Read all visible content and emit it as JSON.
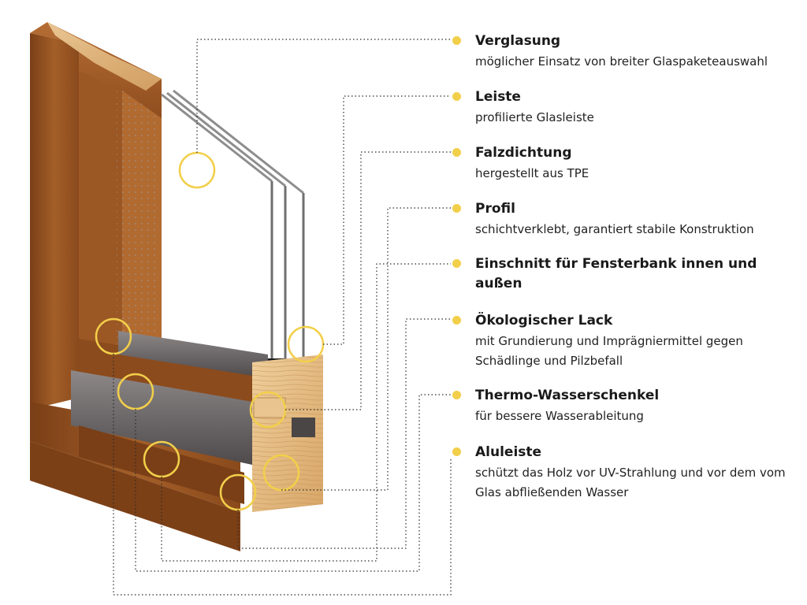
{
  "accent_color": "#f2cf4a",
  "items": [
    {
      "title": "Verglasung",
      "desc": "möglicher Einsatz von breiter Glaspaketeauswahl"
    },
    {
      "title": "Leiste",
      "desc": "profilierte Glasleiste"
    },
    {
      "title": "Falzdichtung",
      "desc": "hergestellt aus TPE"
    },
    {
      "title": "Profil",
      "desc": "schichtverklebt, garantiert stabile Konstruktion"
    },
    {
      "title": "Einschnitt für Fensterbank innen und außen",
      "desc": ""
    },
    {
      "title": "Ökologischer Lack",
      "desc": "mit Grundierung und Imprägniermittel gegen Schädlinge und Pilzbefall"
    },
    {
      "title": "Thermo-Wasserschenkel",
      "desc": "für bessere Wasserableitung"
    },
    {
      "title": "Aluleiste",
      "desc": "schützt das Holz vor UV-Strahlung und vor dem vom Glas abfließenden Wasser"
    }
  ]
}
